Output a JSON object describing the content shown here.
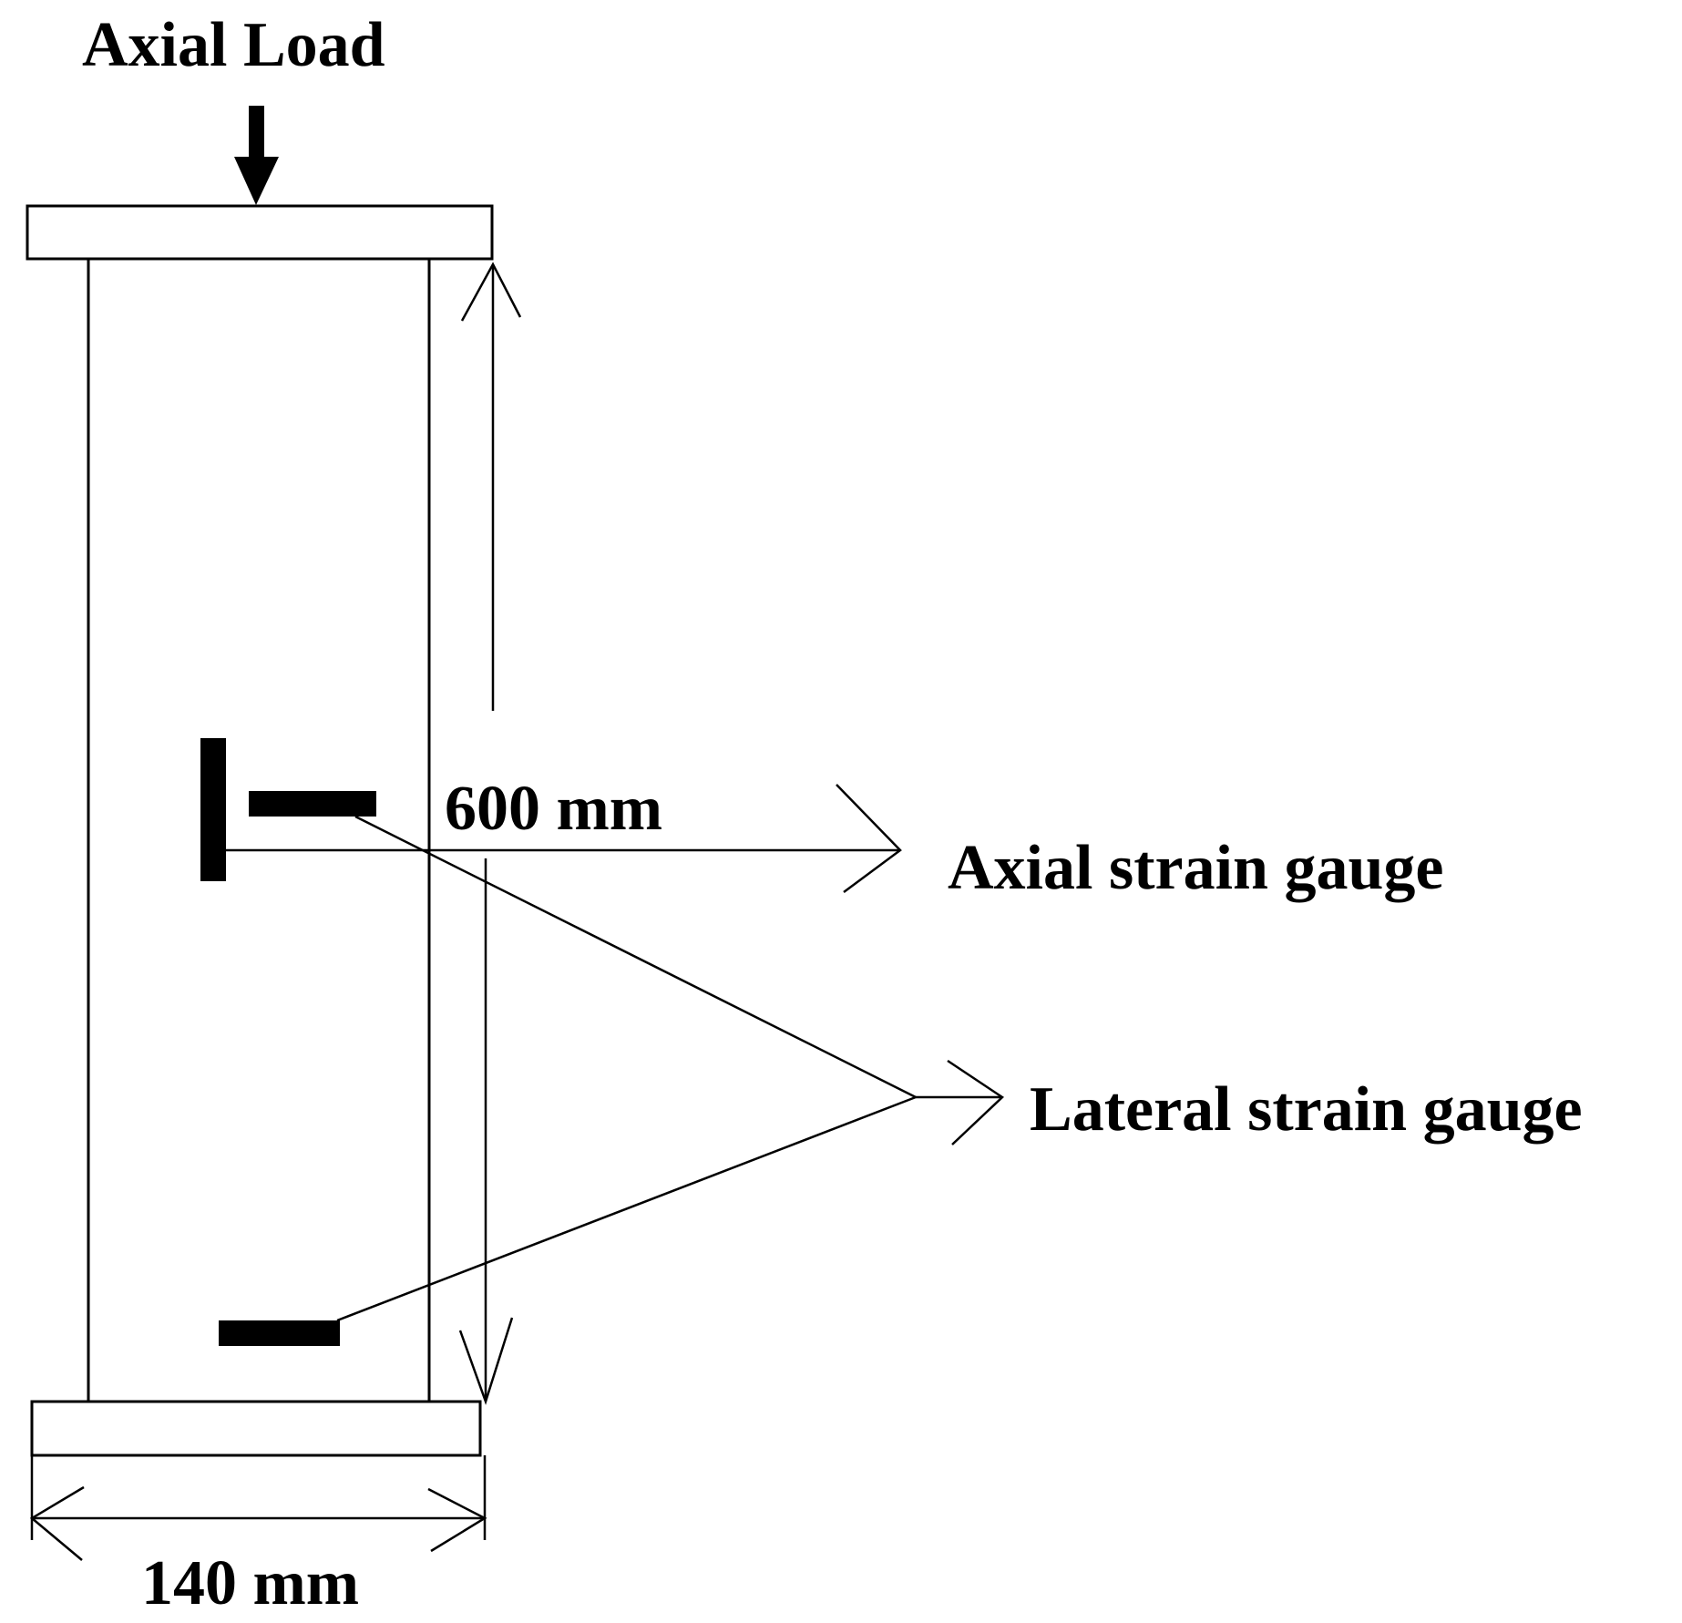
{
  "labels": {
    "axial_load": "Axial Load",
    "height_dim": "600 mm",
    "width_dim": "140 mm",
    "axial_gauge": "Axial strain gauge",
    "lateral_gauge": "Lateral strain gauge"
  },
  "colors": {
    "ink": "#000000",
    "background": "#ffffff"
  }
}
